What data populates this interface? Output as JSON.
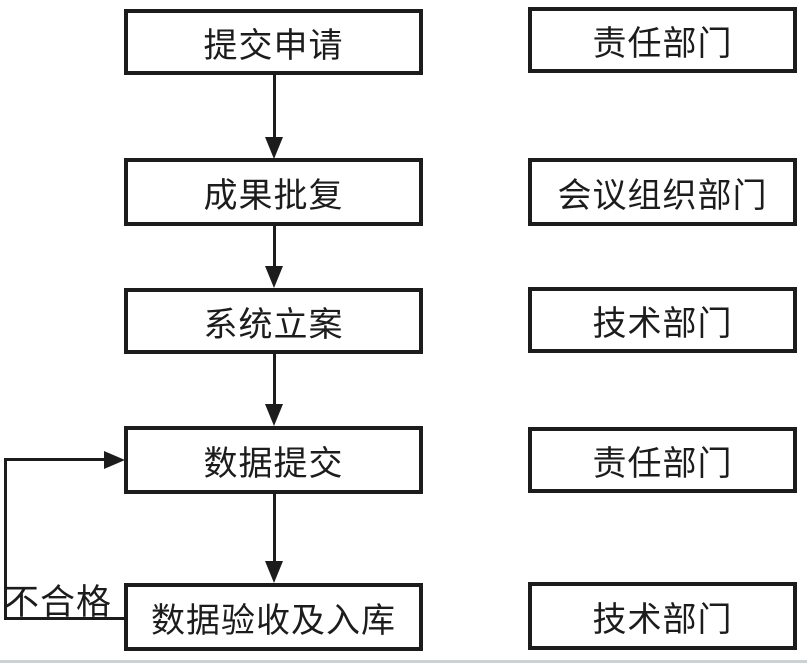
{
  "diagram": {
    "title": "data-submission-approval-flowchart",
    "flow_nodes": [
      {
        "label": "提交申请"
      },
      {
        "label": "成果批复"
      },
      {
        "label": "系统立案"
      },
      {
        "label": "数据提交"
      },
      {
        "label": "数据验收及入库"
      }
    ],
    "dept_nodes": [
      {
        "label": "责任部门"
      },
      {
        "label": "会议组织部门"
      },
      {
        "label": "技术部门"
      },
      {
        "label": "责任部门"
      },
      {
        "label": "技术部门"
      }
    ],
    "feedback": {
      "label": "不合格",
      "from": "数据验收及入库",
      "to": "数据提交"
    },
    "edges": [
      {
        "from": "提交申请",
        "to": "成果批复"
      },
      {
        "from": "成果批复",
        "to": "系统立案"
      },
      {
        "from": "系统立案",
        "to": "数据提交"
      },
      {
        "from": "数据提交",
        "to": "数据验收及入库"
      }
    ],
    "colors": {
      "line": "#1c1c1c",
      "text": "#1c1c1c",
      "background": "#ffffff",
      "bottom_rule": "#ccd1d4"
    }
  }
}
